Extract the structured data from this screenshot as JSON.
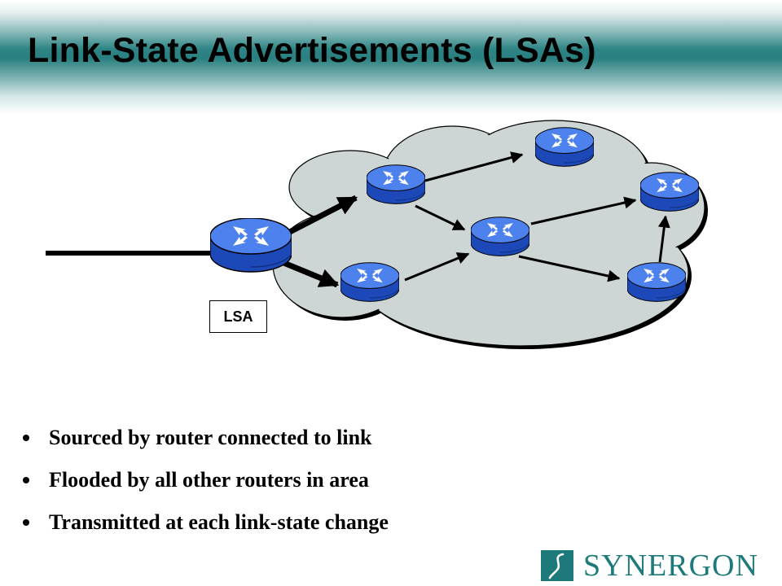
{
  "slide": {
    "title": "Link-State Advertisements (LSAs)"
  },
  "diagram": {
    "lsa_label": "LSA",
    "cloud_color": "#cdd5d5",
    "router_color": "#3b6fe0",
    "nodes": [
      {
        "id": "r-origin"
      },
      {
        "id": "r-upper-left"
      },
      {
        "id": "r-lower-left"
      },
      {
        "id": "r-center"
      },
      {
        "id": "r-top"
      },
      {
        "id": "r-right"
      },
      {
        "id": "r-lower-right"
      }
    ],
    "flood_arrows": [
      {
        "from": "r-origin",
        "to": "r-upper-left"
      },
      {
        "from": "r-origin",
        "to": "r-lower-left"
      },
      {
        "from": "r-upper-left",
        "to": "r-top"
      },
      {
        "from": "r-upper-left",
        "to": "r-center"
      },
      {
        "from": "r-lower-left",
        "to": "r-center"
      },
      {
        "from": "r-center",
        "to": "r-right"
      },
      {
        "from": "r-center",
        "to": "r-lower-right"
      },
      {
        "from": "r-lower-right",
        "to": "r-right"
      }
    ]
  },
  "bullets": [
    "Sourced by router connected to link",
    "Flooded by all other routers in area",
    "Transmitted at each link-state change"
  ],
  "branding": {
    "logo_text": "SYNERGON",
    "logo_color": "#1e7a7a"
  }
}
